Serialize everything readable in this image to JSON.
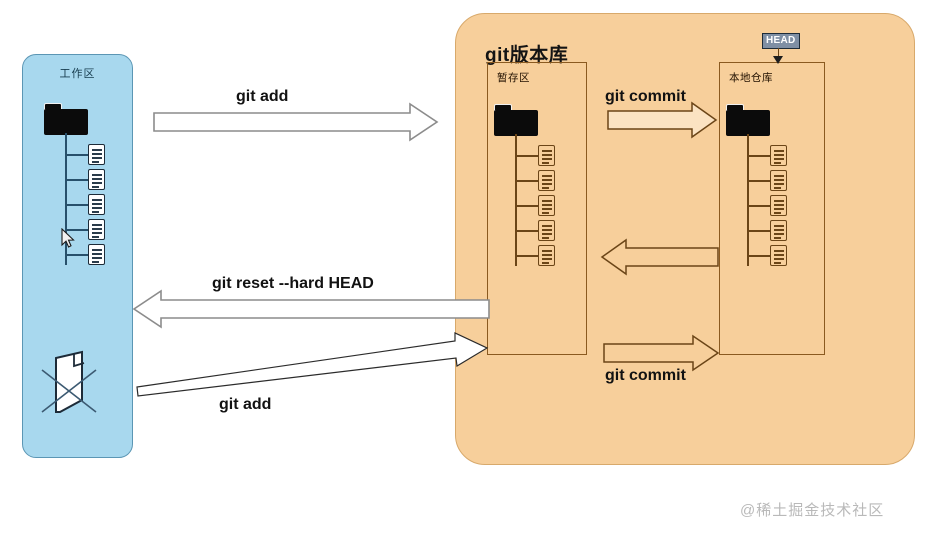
{
  "diagram": {
    "title_workarea": "工作区",
    "title_repoarea": "git版本库",
    "title_stage": "暂存区",
    "title_localrepo": "本地仓库",
    "head_label": "HEAD",
    "watermark": "@稀土掘金技术社区"
  },
  "arrows": {
    "git_add_top": "git add",
    "git_reset": "git reset --hard HEAD",
    "git_add_bottom": "git add",
    "git_commit_top": "git commit",
    "git_commit_bottom": "git commit"
  },
  "colors": {
    "workarea_fill": "#a8d8ee",
    "workarea_stroke": "#5b96b4",
    "repoarea_fill": "#f7cf9b",
    "repoarea_stroke": "#d8a96b",
    "subbox_stroke": "#8a5a20",
    "arrow_gray": "#777777",
    "arrow_brown": "#6b4517",
    "head_badge_bg": "#7f8fa4",
    "folder_black": "#0b0b0b",
    "watermark": "#b9b9b9"
  },
  "trees": {
    "workarea_files": 5,
    "stage_files": 5,
    "localrepo_files": 5
  }
}
